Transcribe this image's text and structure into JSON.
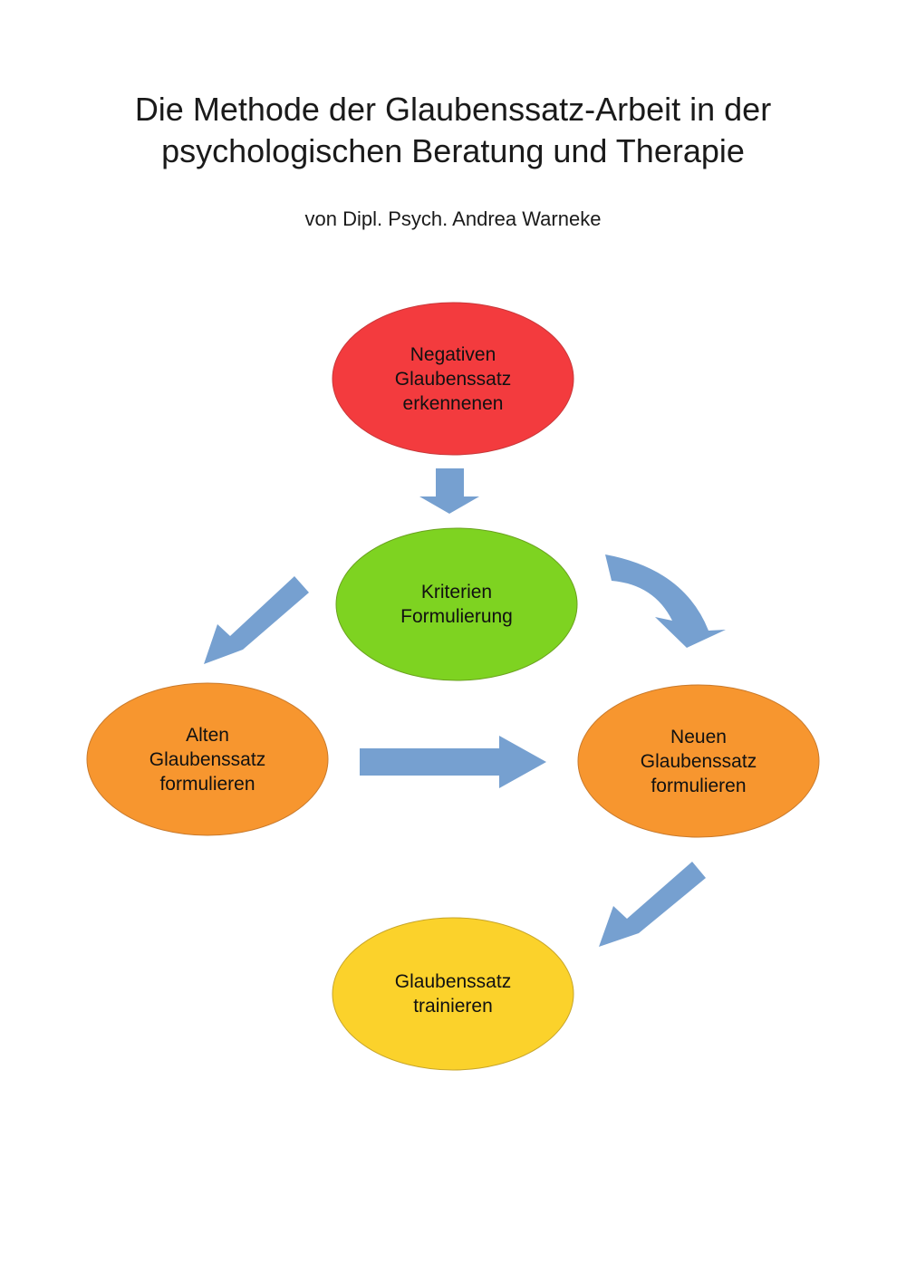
{
  "document": {
    "title_lines": [
      "Die Methode der Glaubenssatz-Arbeit in der",
      "psychologischen Beratung und Therapie"
    ],
    "author": "von Dipl. Psych. Andrea Warneke"
  },
  "diagram": {
    "nodes": {
      "negativ": {
        "lines": [
          "Negativen",
          "Glaubenssatz",
          "erkennenen"
        ],
        "color": "#f33b3e"
      },
      "kriterien": {
        "lines": [
          "Kriterien",
          "Formulierung"
        ],
        "color": "#7ed321"
      },
      "alten": {
        "lines": [
          "Alten",
          "Glaubenssatz",
          "formulieren"
        ],
        "color": "#f7962f"
      },
      "neuen": {
        "lines": [
          "Neuen",
          "Glaubenssatz",
          "formulieren"
        ],
        "color": "#f7962f"
      },
      "trainieren": {
        "lines": [
          "Glaubenssatz",
          "trainieren"
        ],
        "color": "#fbd22b"
      }
    },
    "arrow_color": "#76a0d0"
  }
}
